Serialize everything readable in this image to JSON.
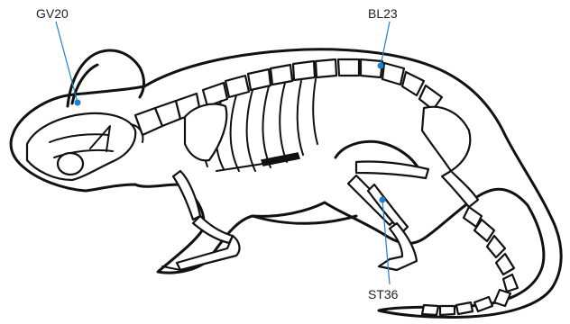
{
  "labels": {
    "gv20": "GV20",
    "bl23": "BL23",
    "st36": "ST36"
  },
  "colors": {
    "leader": "#1f7fd1",
    "outline": "#111111",
    "background": "#ffffff"
  }
}
